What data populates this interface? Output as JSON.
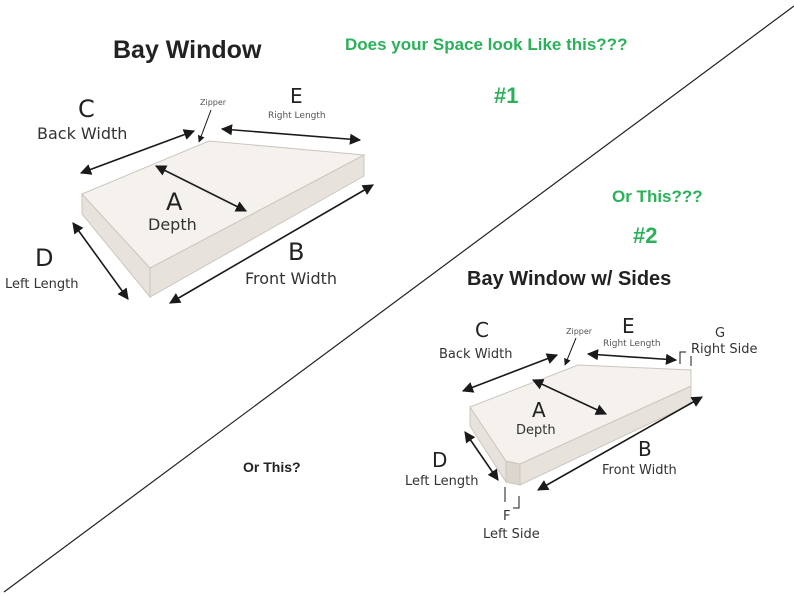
{
  "diagram1": {
    "title": "Bay Window",
    "labels": {
      "c_letter": "C",
      "c_text": "Back Width",
      "e_letter": "E",
      "e_text": "Right Length",
      "zipper": "Zipper",
      "a_letter": "A",
      "a_text": "Depth",
      "b_letter": "B",
      "b_text": "Front Width",
      "d_letter": "D",
      "d_text": "Left Length"
    }
  },
  "header": {
    "question": "Does your Space look Like this???",
    "option1": "#1",
    "or_this": "Or This???",
    "option2": "#2",
    "or_this_short": "Or This?"
  },
  "diagram2": {
    "title": "Bay Window w/ Sides",
    "labels": {
      "c_letter": "C",
      "c_text": "Back Width",
      "zipper": "Zipper",
      "e_letter": "E",
      "e_text": "Right Length",
      "g_letter": "G",
      "g_text": "Right Side",
      "a_letter": "A",
      "a_text": "Depth",
      "b_letter": "B",
      "b_text": "Front Width",
      "d_letter": "D",
      "d_text": "Left Length",
      "f_letter": "F",
      "f_text": "Left Side"
    }
  },
  "colors": {
    "accent_green": "#2bb15a",
    "cushion_top": "#f5f2ee",
    "cushion_side": "#e8e2dc"
  }
}
